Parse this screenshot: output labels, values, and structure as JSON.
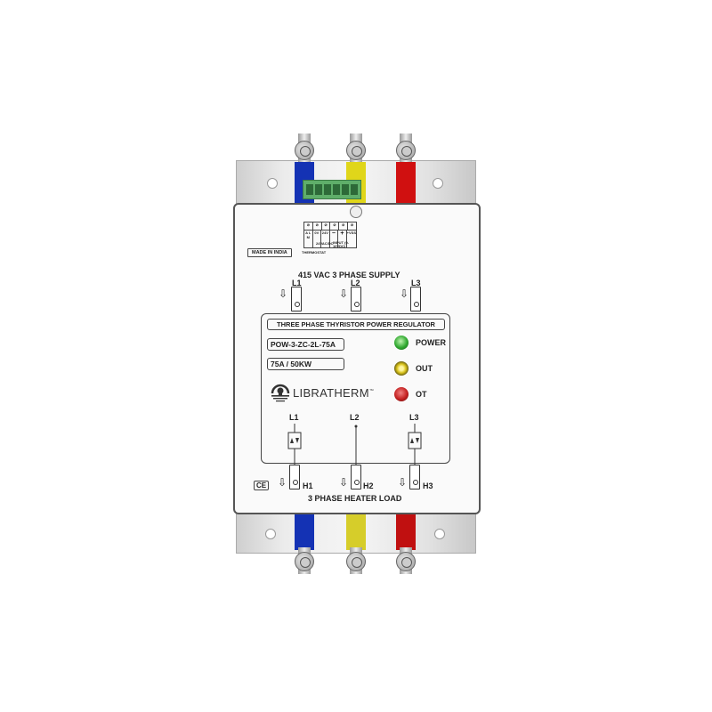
{
  "device": {
    "made_in": "MADE IN INDIA",
    "supply_label": "415 VAC 3 PHASE SUPPLY",
    "load_label": "3 PHASE HEATER LOAD",
    "title": "THREE PHASE THYRISTOR POWER REGULATOR",
    "model": "POW-3-ZC-2L-75A",
    "rating": "75A / 50KW",
    "brand": "LIBRATHERM",
    "brand_tm": "™",
    "ce_mark": "CE",
    "input_lines": [
      "L1",
      "L2",
      "L3"
    ],
    "output_lines": [
      "H1",
      "H2",
      "H3"
    ],
    "leds": [
      {
        "label": "POWER",
        "color": "#2fa82f"
      },
      {
        "label": "OUT",
        "color": "#d8c21a"
      },
      {
        "label": "OT",
        "color": "#c42020"
      }
    ],
    "terminal_labels": {
      "alm": "A L M",
      "v0": "0V",
      "v24": "24V",
      "minus": "−",
      "plus": "+",
      "vss": "+VSS",
      "supply": "24VAC/DC",
      "input": "INPUT (0-10VDC)",
      "thermostat": "THERMOSTAT"
    },
    "phase_colors": [
      "#1432b4",
      "#e0d61a",
      "#d01010"
    ]
  }
}
